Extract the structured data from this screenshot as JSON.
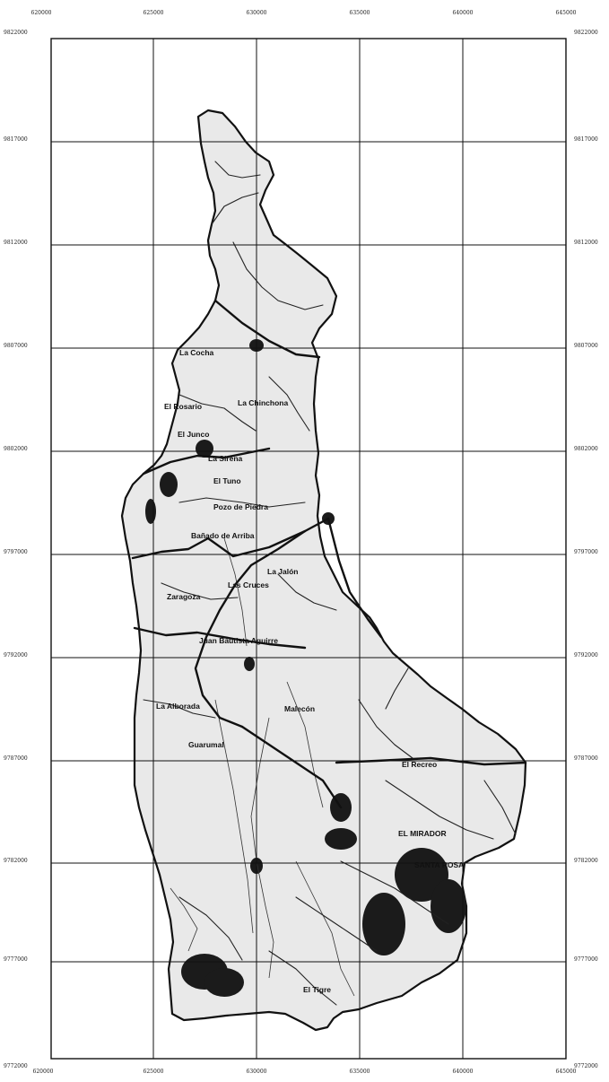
{
  "map": {
    "top_easting": [
      "620000",
      "625000",
      "630000",
      "635000",
      "640000",
      "645000"
    ],
    "bottom_easting": [
      "620000",
      "625000",
      "630000",
      "635000",
      "640000",
      "645000"
    ],
    "left_northing": [
      "9822000",
      "9817000",
      "9812000",
      "9807000",
      "9802000",
      "9797000",
      "9792000",
      "9787000",
      "9782000",
      "9777000",
      "9772000"
    ],
    "right_northing": [
      "9822000",
      "9817000",
      "9812000",
      "9807000",
      "9802000",
      "9797000",
      "9792000",
      "9787000",
      "9782000",
      "9777000",
      "9772000"
    ],
    "places": [
      {
        "id": "la-cocha",
        "label": "La Cocha"
      },
      {
        "id": "el-rosario",
        "label": "El Rosario"
      },
      {
        "id": "la-chinchona",
        "label": "La Chinchona"
      },
      {
        "id": "el-junco",
        "label": "El Junco"
      },
      {
        "id": "la-sirena",
        "label": "La Sirena"
      },
      {
        "id": "el-tuno",
        "label": "El Tuno"
      },
      {
        "id": "pozo-de-piedra",
        "label": "Pozo de Piedra"
      },
      {
        "id": "bañado-de-arriba",
        "label": "Bañado de Arriba"
      },
      {
        "id": "la-jalón",
        "label": "La Jalón"
      },
      {
        "id": "zaragoza",
        "label": "Zaragoza"
      },
      {
        "id": "las-cruces",
        "label": "Las Cruces"
      },
      {
        "id": "juan-bautista-aguirre",
        "label": "Juan Bautista Aguirre"
      },
      {
        "id": "la-alborada",
        "label": "La Alborada"
      },
      {
        "id": "malecon",
        "label": "Malecón"
      },
      {
        "id": "guarumal",
        "label": "Guarumal"
      },
      {
        "id": "el-recreo",
        "label": "El Recreo"
      },
      {
        "id": "el-mirador",
        "label": "EL MIRADOR"
      },
      {
        "id": "santa-rosa",
        "label": "SANTA ROSA"
      },
      {
        "id": "el-tigre",
        "label": "El Tigre"
      }
    ]
  }
}
